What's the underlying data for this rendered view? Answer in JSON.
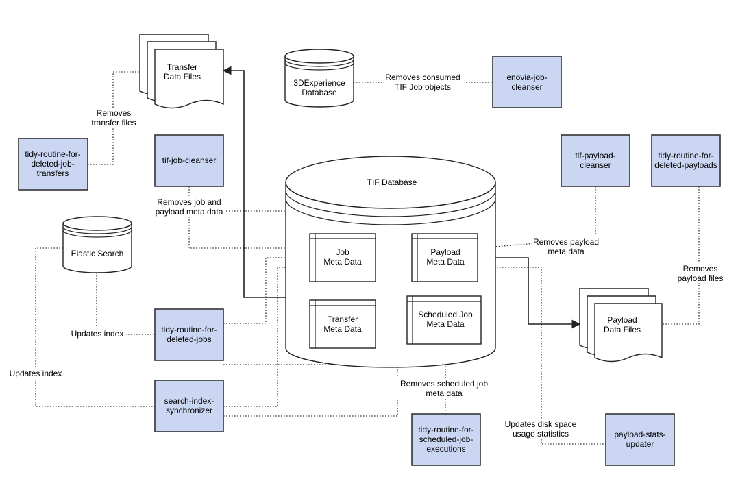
{
  "colors": {
    "job_box_fill": "#cad6f2",
    "stroke": "#333333",
    "background": "#ffffff"
  },
  "nodes": {
    "transfer_data_files": [
      "Transfer",
      "Data Files"
    ],
    "experience_db": [
      "3DExperience",
      "Database"
    ],
    "enovia_job_cleanser": [
      "enovia-job-",
      "cleanser"
    ],
    "tidy_deleted_job_transfers": [
      "tidy-routine-for-",
      "deleted-job-",
      "transfers"
    ],
    "tif_job_cleanser": [
      "tif-job-cleanser"
    ],
    "tif_database": [
      "TIF Database"
    ],
    "tif_payload_cleanser": [
      "tif-payload-",
      "cleanser"
    ],
    "tidy_deleted_payloads": [
      "tidy-routine-for-",
      "deleted-payloads"
    ],
    "elastic_search": [
      "Elastic Search"
    ],
    "job_meta_data": [
      "Job",
      "Meta Data"
    ],
    "payload_meta_data": [
      "Payload",
      "Meta Data"
    ],
    "transfer_meta_data": [
      "Transfer",
      "Meta Data"
    ],
    "scheduled_job_meta_data": [
      "Scheduled Job",
      "Meta Data"
    ],
    "tidy_deleted_jobs": [
      "tidy-routine-for-",
      "deleted-jobs"
    ],
    "payload_data_files": [
      "Payload",
      "Data Files"
    ],
    "search_index_synchronizer": [
      "search-index-",
      "synchronizer"
    ],
    "tidy_scheduled_job_executions": [
      "tidy-routine-for-",
      "scheduled-job-",
      "executions"
    ],
    "payload_stats_updater": [
      "payload-stats-",
      "updater"
    ]
  },
  "edge_labels": {
    "removes_transfer_files": [
      "Removes",
      "transfer files"
    ],
    "removes_consumed_tif_jobs": [
      "Removes consumed",
      "TIF Job objects"
    ],
    "removes_job_payload_meta": [
      "Removes job and",
      "payload meta data"
    ],
    "removes_payload_meta": [
      "Removes payload",
      "meta data"
    ],
    "removes_payload_files": [
      "Removes",
      "payload files"
    ],
    "updates_index_1": [
      "Updates index"
    ],
    "updates_index_2": [
      "Updates index"
    ],
    "removes_scheduled_job_meta": [
      "Removes scheduled job",
      "meta data"
    ],
    "updates_disk_space": [
      "Updates disk space",
      "usage statistics"
    ]
  }
}
